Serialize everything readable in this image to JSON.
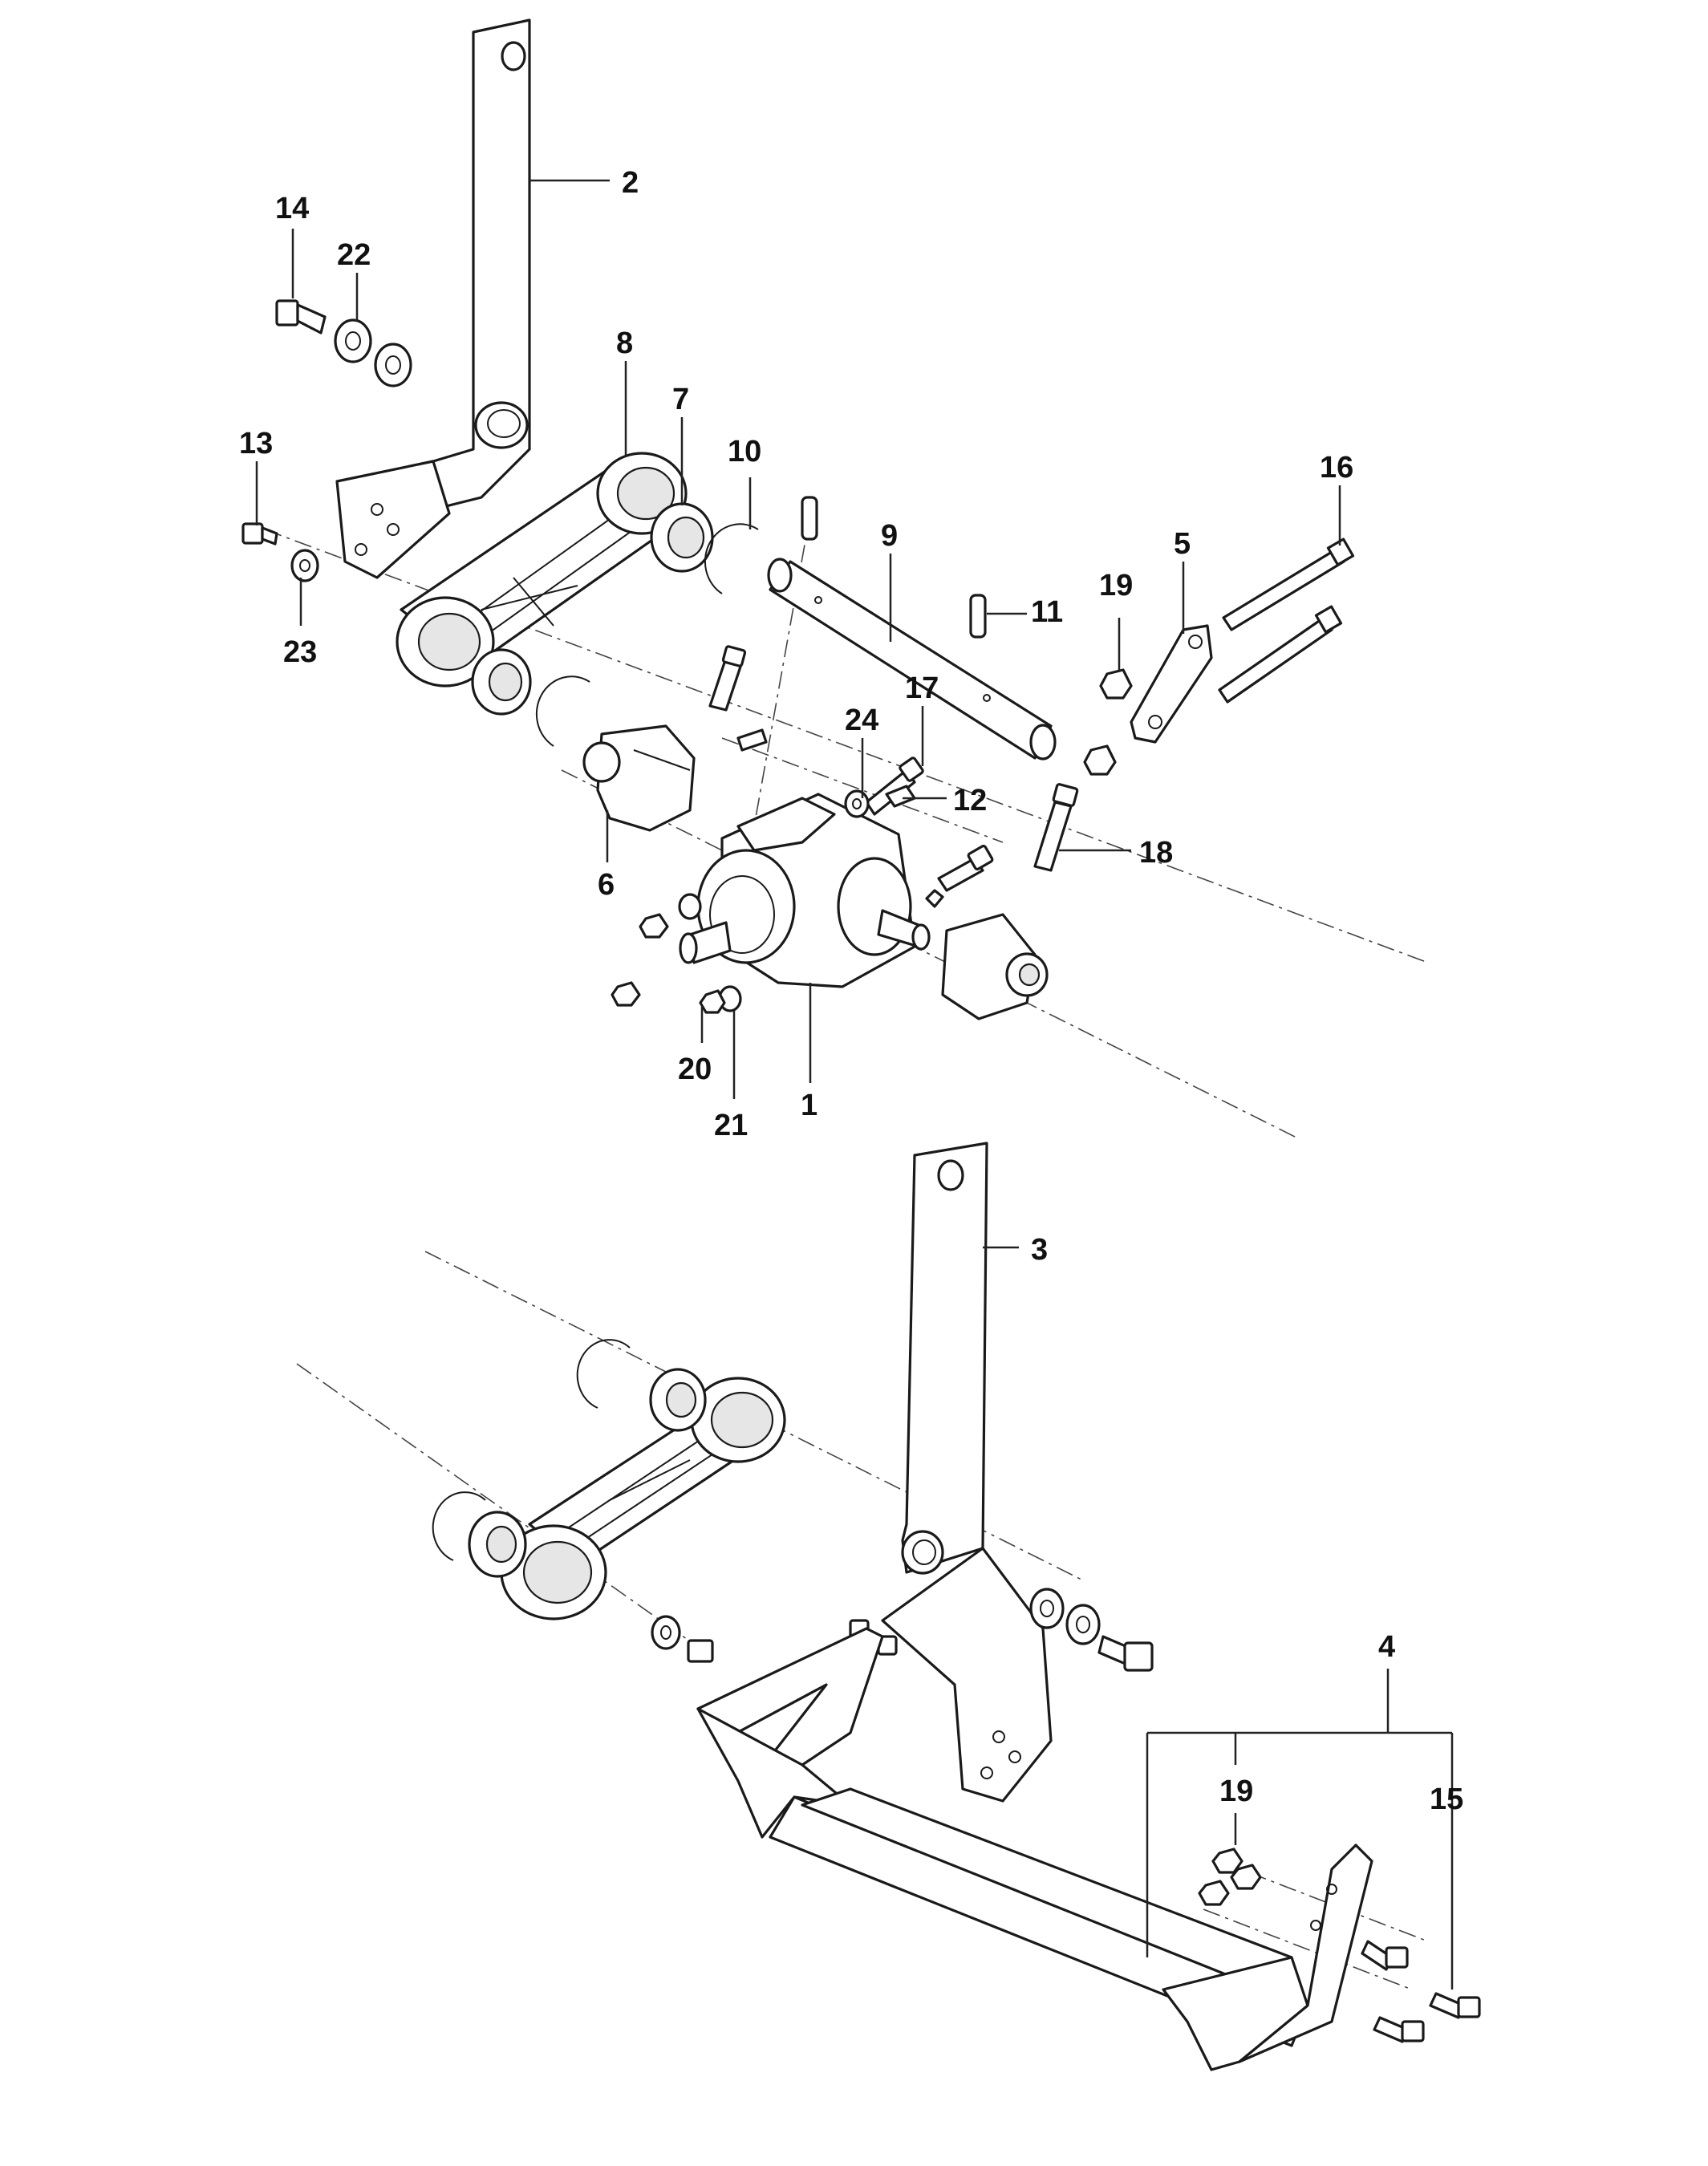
{
  "labels": {
    "p1": "1",
    "p2": "2",
    "p3": "3",
    "p4": "4",
    "p5": "5",
    "p6": "6",
    "p7": "7",
    "p8": "8",
    "p9": "9",
    "p10": "10",
    "p11": "11",
    "p12": "12",
    "p13": "13",
    "p14": "14",
    "p15": "15",
    "p16": "16",
    "p17": "17",
    "p18": "18",
    "p19a": "19",
    "p19b": "19",
    "p20": "20",
    "p21": "21",
    "p22": "22",
    "p23": "23",
    "p24": "24"
  }
}
